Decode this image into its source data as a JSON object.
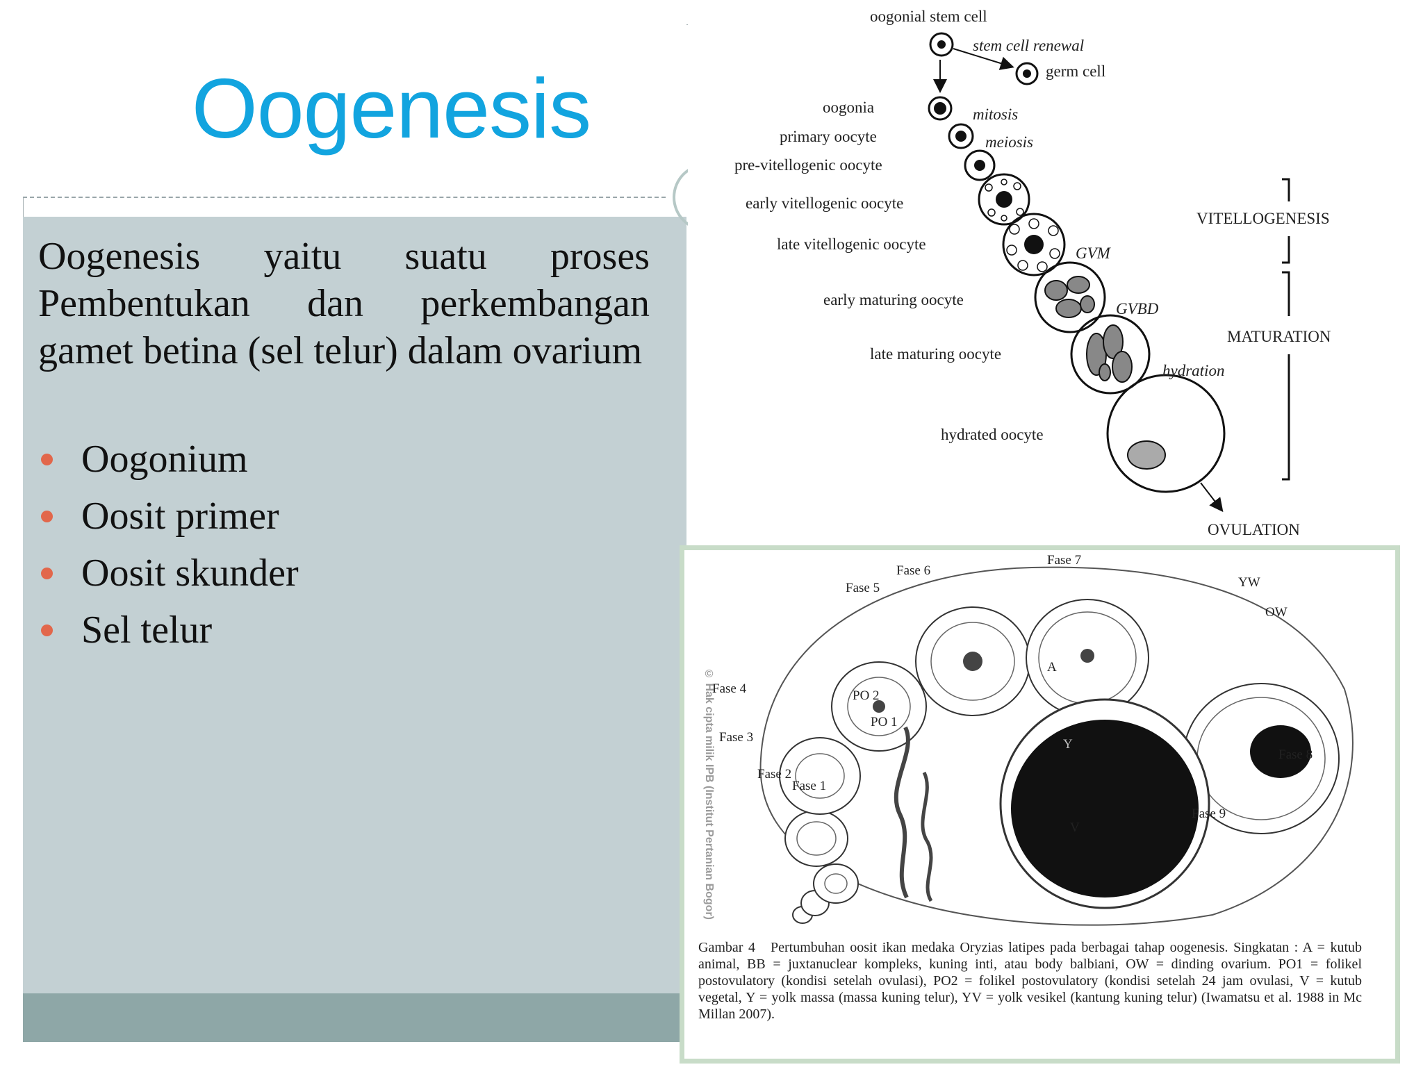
{
  "slide": {
    "title": "Oogenesis",
    "body": "Oogenesis yaitu suatu proses Pembentukan dan perkembangan gamet betina (sel telur) dalam ovarium",
    "bullets": [
      "Oogonium",
      "Oosit primer",
      "Oosit skunder",
      "Sel telur"
    ]
  },
  "figure1": {
    "labels": {
      "stem_cell": "oogonial stem cell",
      "renewal": "stem cell renewal",
      "germ_cell": "germ cell",
      "oogonia": "oogonia",
      "mitosis": "mitosis",
      "primary": "primary oocyte",
      "meiosis": "meiosis",
      "previtello": "pre-vitellogenic oocyte",
      "early_vitello": "early vitellogenic oocyte",
      "late_vitello": "late vitellogenic oocyte",
      "gvm": "GVM",
      "early_mat": "early maturing oocyte",
      "gvbd": "GVBD",
      "late_mat": "late maturing oocyte",
      "hydration": "hydration",
      "hydrated": "hydrated oocyte",
      "vitellogenesis": "VITELLOGENESIS",
      "maturation": "MATURATION",
      "ovulation": "OVULATION"
    }
  },
  "figure2": {
    "labels": {
      "f1": "Fase 1",
      "f2": "Fase 2",
      "f3": "Fase 3",
      "f4": "Fase 4",
      "f5": "Fase 5",
      "f6": "Fase 6",
      "f7": "Fase 7",
      "f8": "Fase 8",
      "f9": "Fase 9",
      "yw": "YW",
      "ow": "OW",
      "a": "A",
      "po1": "PO 1",
      "po2": "PO 2",
      "y": "Y",
      "v": "V"
    },
    "watermark": "© Hak cipta milik IPB (Institut Pertanian Bogor)",
    "caption_label": "Gambar 4",
    "caption": "Pertumbuhan oosit ikan medaka Oryzias latipes pada berbagai tahap oogenesis. Singkatan : A = kutub animal, BB = juxtanuclear kompleks, kuning inti, atau body balbiani, OW = dinding ovarium. PO1 = folikel postovulatory (kondisi setelah ovulasi), PO2 = folikel postovulatory (kondisi setelah 24 jam ovulasi, V = kutub vegetal, Y = yolk massa (massa kuning telur), YV = yolk vesikel (kantung kuning telur) (Iwamatsu et al. 1988 in Mc Millan 2007)."
  },
  "colors": {
    "title": "#12a4df",
    "panel": "#c3d0d3",
    "footer": "#8ea7a7",
    "bullet": "#e2674b"
  }
}
